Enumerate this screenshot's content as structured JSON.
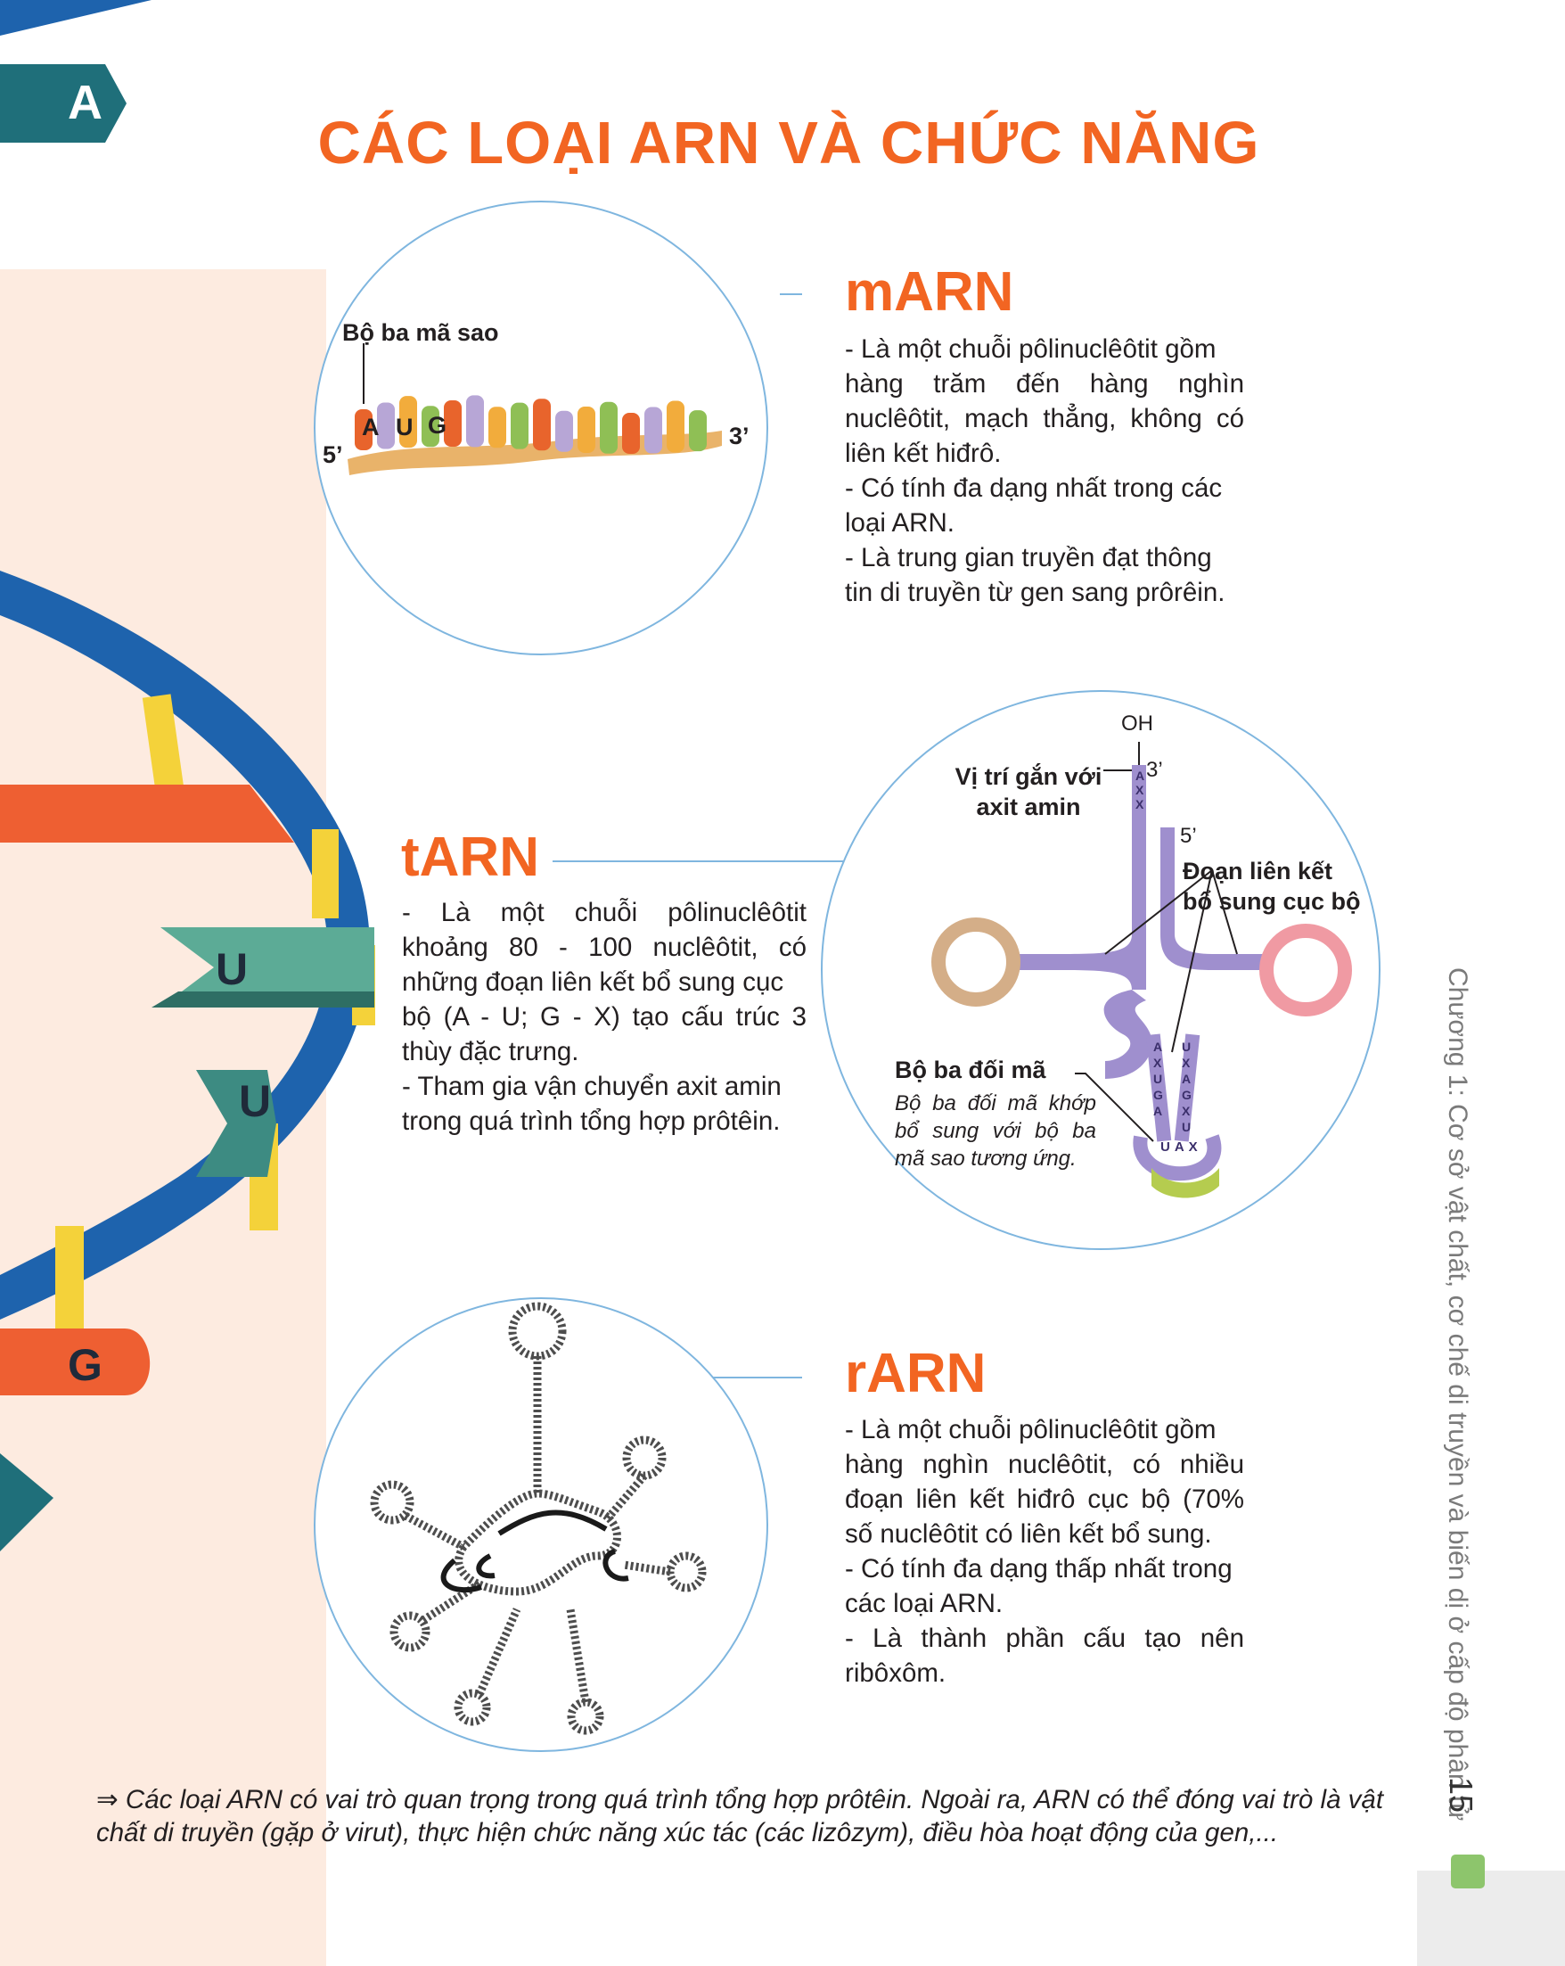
{
  "section_letter": "A",
  "title": "CÁC LOẠI ARN VÀ CHỨC NĂNG",
  "marn": {
    "heading": "mARN",
    "lines": [
      "- Là một chuỗi pôlinuclêôtit gồm",
      "hàng trăm đến hàng nghìn",
      "nuclêôtit, mạch thẳng, không có",
      "liên kết hiđrô.",
      "- Có tính đa dạng nhất trong các",
      "loại ARN.",
      "- Là trung gian truyền đạt thông",
      "tin di truyền từ gen sang prôrêin."
    ],
    "figure": {
      "codon_label": "Bộ ba mã sao",
      "end5": "5’",
      "end3": "3’",
      "bases": [
        "A",
        "U",
        "G"
      ],
      "colors": [
        "#e8642c",
        "#b7a6d6",
        "#f2ac3c",
        "#8fbf55"
      ]
    }
  },
  "tarn": {
    "heading": "tARN",
    "lines": [
      "- Là một chuỗi pôlinuclêôtit",
      "khoảng 80 - 100 nuclêôtit, có",
      "những đoạn liên kết bổ sung cục",
      "bộ (A - U; G - X) tạo cấu trúc 3",
      "thùy đặc trưng.",
      "- Tham gia vận chuyển axit amin",
      "trong quá trình tổng hợp prôtêin."
    ],
    "figure": {
      "oh": "OH",
      "end3": "3’",
      "end5": "5’",
      "amino_site": [
        "Vị trí gắn với",
        "axit amin"
      ],
      "local_pair": [
        "Đoạn liên kết",
        "bổ sung cục bộ"
      ],
      "anticodon_title": "Bộ ba đối mã",
      "anticodon_note": [
        "Bộ ba đối mã khớp",
        "bổ sung với bộ ba",
        "mã sao tương ứng."
      ],
      "acceptor_bases": "AXX",
      "left_stem_bases": "AXUGA",
      "right_stem_bases": "UXAGXU",
      "anticodon_bases": "UAX",
      "colors": [
        "#9f8fce",
        "#d4ae88",
        "#f09aa3",
        "#b5cc4f"
      ]
    }
  },
  "rarn": {
    "heading": "rARN",
    "lines": [
      "- Là một chuỗi pôlinuclêôtit gồm",
      "hàng nghìn nuclêôtit, có nhiều",
      "đoạn liên kết hiđrô cục bộ (70%",
      "số nuclêôtit có liên kết bổ sung.",
      "- Có tính đa dạng thấp nhất trong",
      "các loại ARN.",
      "- Là thành phần cấu tạo nên",
      "ribôxôm."
    ]
  },
  "dna_letters": [
    "U",
    "U",
    "G"
  ],
  "side_caption": "Chương 1: Cơ sở vật chất, cơ chế di truyền và biến dị ở cấp độ phân tử",
  "page_number": "15",
  "summary": {
    "arrow": "⇒",
    "line1": "Các loại ARN có vai trò quan trọng trong quá trình tổng hợp prôtêin. Ngoài ra, ARN có thể đóng vai trò là vật",
    "line2": "chất di truyền (gặp ở virut), thực hiện chức năng xúc tác (các lizôzym), điều hòa hoạt động của gen,..."
  },
  "palette": {
    "accent": "#f26522",
    "circle": "#7fb6df",
    "dna_blue": "#1e63ad",
    "dna_yellow": "#f4d23a",
    "dna_red": "#ee5f32",
    "teal": "#1f6f7a",
    "peach": "#fdebe0"
  }
}
